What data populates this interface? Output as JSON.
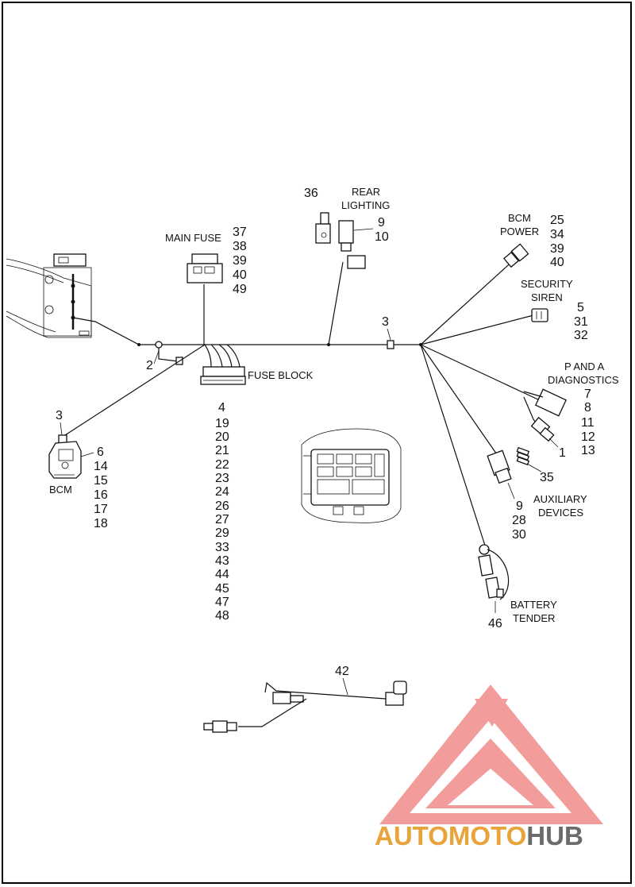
{
  "labels": {
    "main_fuse": "MAIN FUSE",
    "fuse_block": "FUSE BLOCK",
    "rear_lighting_1": "REAR",
    "rear_lighting_2": "LIGHTING",
    "bcm_power_1": "BCM",
    "bcm_power_2": "POWER",
    "security_siren_1": "SECURITY",
    "security_siren_2": "SIREN",
    "p_and_a_1": "P AND A",
    "p_and_a_2": "DIAGNOSTICS",
    "auxiliary_1": "AUXILIARY",
    "auxiliary_2": "DEVICES",
    "battery_tender_1": "BATTERY",
    "battery_tender_2": "TENDER",
    "bcm": "BCM"
  },
  "callouts": {
    "main_fuse": [
      "37",
      "38",
      "39",
      "40",
      "49"
    ],
    "fuse_block": [
      "4",
      "19",
      "20",
      "21",
      "22",
      "23",
      "24",
      "26",
      "27",
      "29",
      "33",
      "43",
      "44",
      "45",
      "47",
      "48"
    ],
    "rear_lighting_part": "36",
    "rear_lighting": [
      "9",
      "10"
    ],
    "bcm_power": [
      "25",
      "34",
      "39",
      "40"
    ],
    "security_siren": [
      "5",
      "31",
      "32"
    ],
    "p_and_a": [
      "7",
      "8",
      "11",
      "12",
      "13"
    ],
    "p_and_a_extra": "1",
    "cap_35": "35",
    "auxiliary": [
      "9",
      "28",
      "30"
    ],
    "battery_tender": "46",
    "bcm": [
      "6",
      "14",
      "15",
      "16",
      "17",
      "18"
    ],
    "bcm_part": "3",
    "clip_2": "2",
    "clip_3": "3",
    "harness_42": "42"
  },
  "watermark": {
    "auto": "AUTO",
    "moto": "MOTO",
    "hub": "HUB",
    "color_primary": "#e8a33b",
    "color_logo": "#e84c4c"
  }
}
